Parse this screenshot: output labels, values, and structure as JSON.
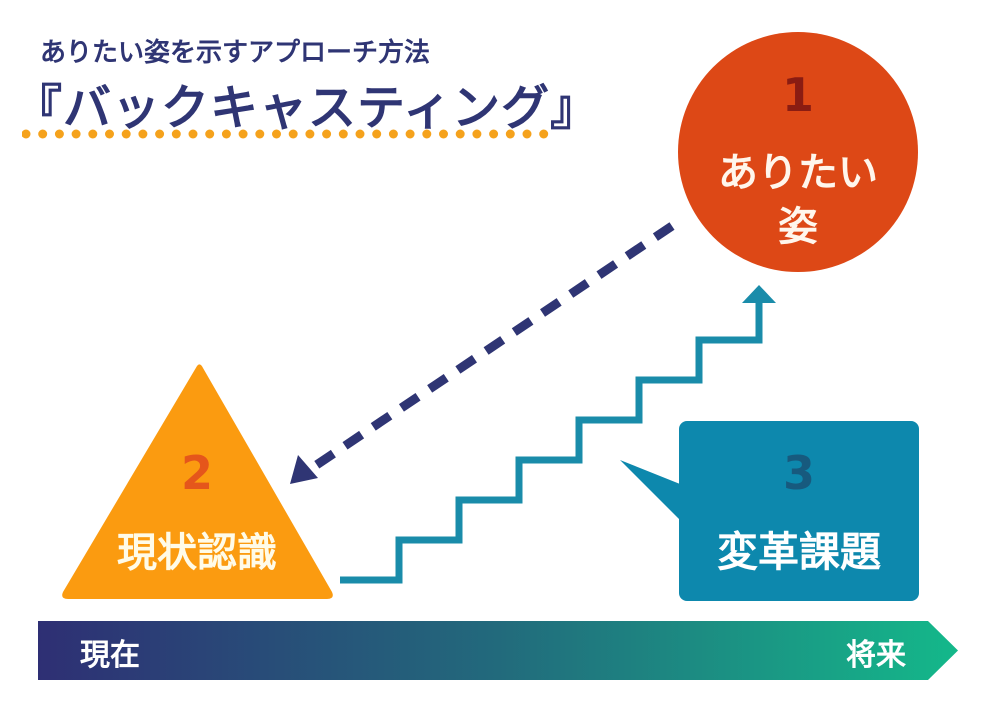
{
  "header": {
    "subtitle": "ありたい姿を示すアプローチ方法",
    "title": "『バックキャスティング』"
  },
  "nodes": [
    {
      "number": "1",
      "label_lines": [
        "ありたい",
        "姿"
      ],
      "shape": "circle",
      "color": "#dd4816",
      "number_color": "#8a1c12"
    },
    {
      "number": "2",
      "label": "現状認識",
      "shape": "triangle",
      "color": "#fb9b10",
      "number_color": "#e5561b"
    },
    {
      "number": "3",
      "label": "変革課題",
      "shape": "speech-box",
      "color": "#0d88ad",
      "number_color": "#175a7e"
    }
  ],
  "connectors": {
    "dashed_arrow": {
      "from": "1",
      "to": "2",
      "color": "#2f3574"
    },
    "staircase_arrow": {
      "from": "2",
      "to": "1",
      "steps": 7,
      "color": "#1a8caa"
    }
  },
  "timeline": {
    "start_label": "現在",
    "end_label": "将来",
    "gradient_start": "#2e2f74",
    "gradient_end": "#14b88a"
  },
  "colors": {
    "title": "#2f3574",
    "dots": "#f5a21c"
  }
}
